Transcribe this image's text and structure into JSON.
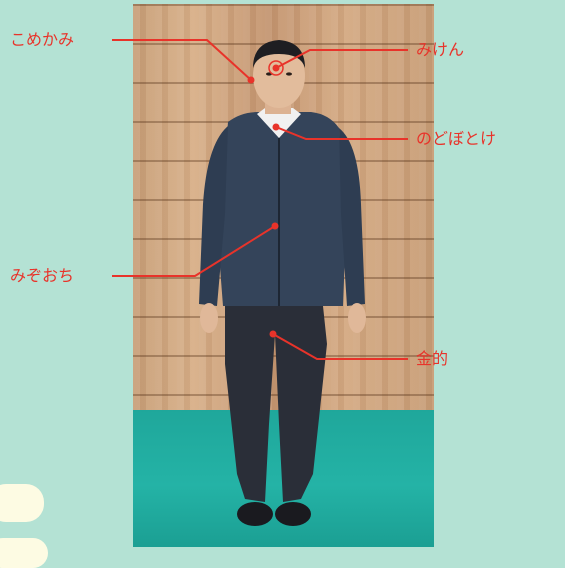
{
  "labels": {
    "temple": "こめかみ",
    "brow": "みけん",
    "throat": "のどぼとけ",
    "solar_plexus": "みぞおち",
    "groin": "金的"
  },
  "colors": {
    "background": "#b4e2d4",
    "accent": "#e8332a",
    "floor": "#24b3a6"
  }
}
